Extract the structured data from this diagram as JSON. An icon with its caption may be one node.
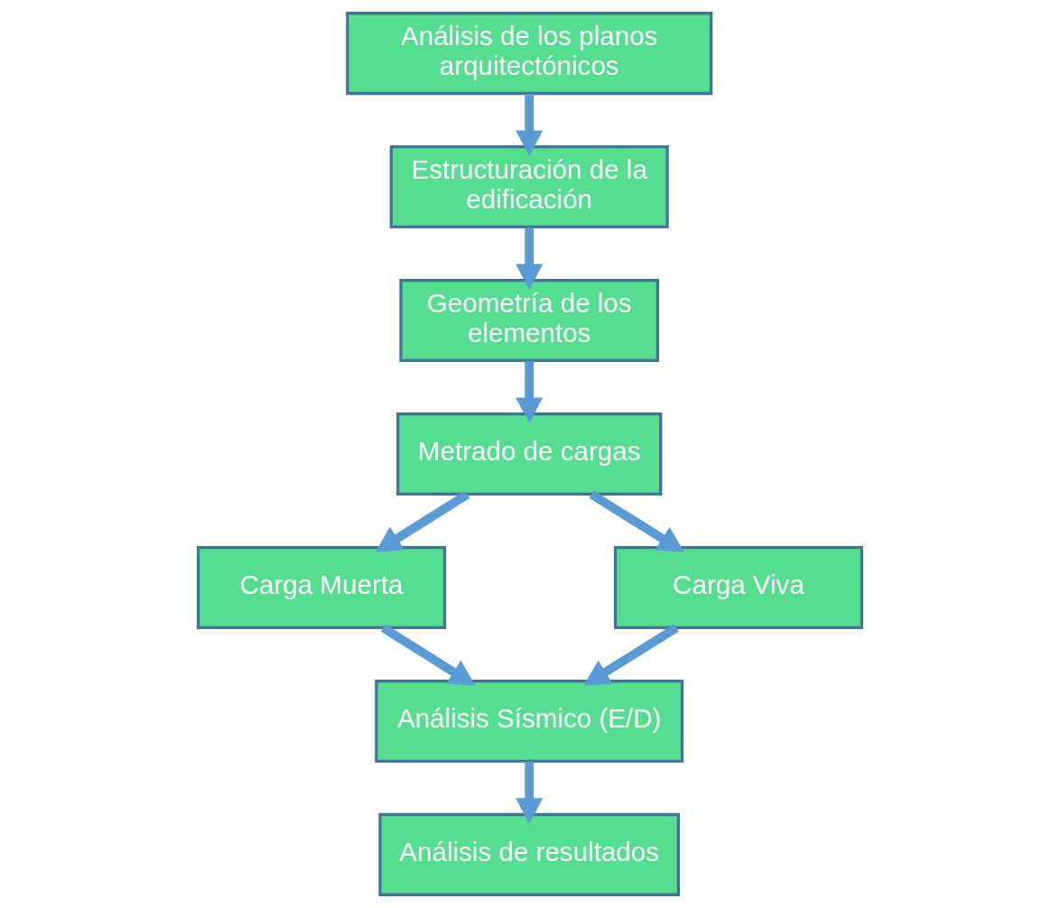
{
  "diagram": {
    "nodes": [
      {
        "text": [
          "Análisis de los planos arquitectónicos"
        ]
      },
      {
        "text": [
          "Estructuración de la edificación"
        ]
      },
      {
        "text": [
          "Geometría de los elementos"
        ]
      },
      {
        "text": [
          "Metrado de cargas"
        ]
      },
      {
        "text": [
          "Carga Muerta"
        ]
      },
      {
        "text": [
          "Carga Viva"
        ]
      },
      {
        "text": [
          "Análisis Sísmico (E/D)"
        ]
      },
      {
        "text": [
          "Análisis de resultados"
        ]
      }
    ],
    "edges": [
      {
        "from": 0,
        "to": 1,
        "arrow": "to"
      },
      {
        "from": 1,
        "to": 2,
        "arrow": "to"
      },
      {
        "from": 2,
        "to": 3,
        "arrow": "to"
      },
      {
        "from": 3,
        "to": 4,
        "arrow": "to"
      },
      {
        "from": 3,
        "to": 5,
        "arrow": "to"
      },
      {
        "from": 4,
        "to": 6,
        "arrow": "to"
      },
      {
        "from": 5,
        "to": 6,
        "arrow": "to"
      },
      {
        "from": 6,
        "to": 7,
        "arrow": "to"
      }
    ]
  }
}
